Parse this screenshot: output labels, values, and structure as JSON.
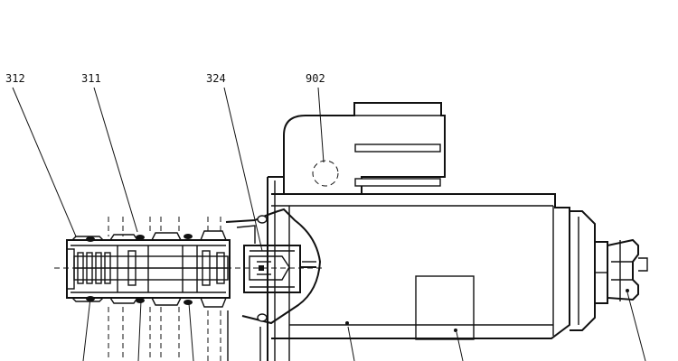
{
  "callouts": {
    "c312": "312",
    "c311": "311",
    "c324": "324",
    "c902": "902"
  }
}
